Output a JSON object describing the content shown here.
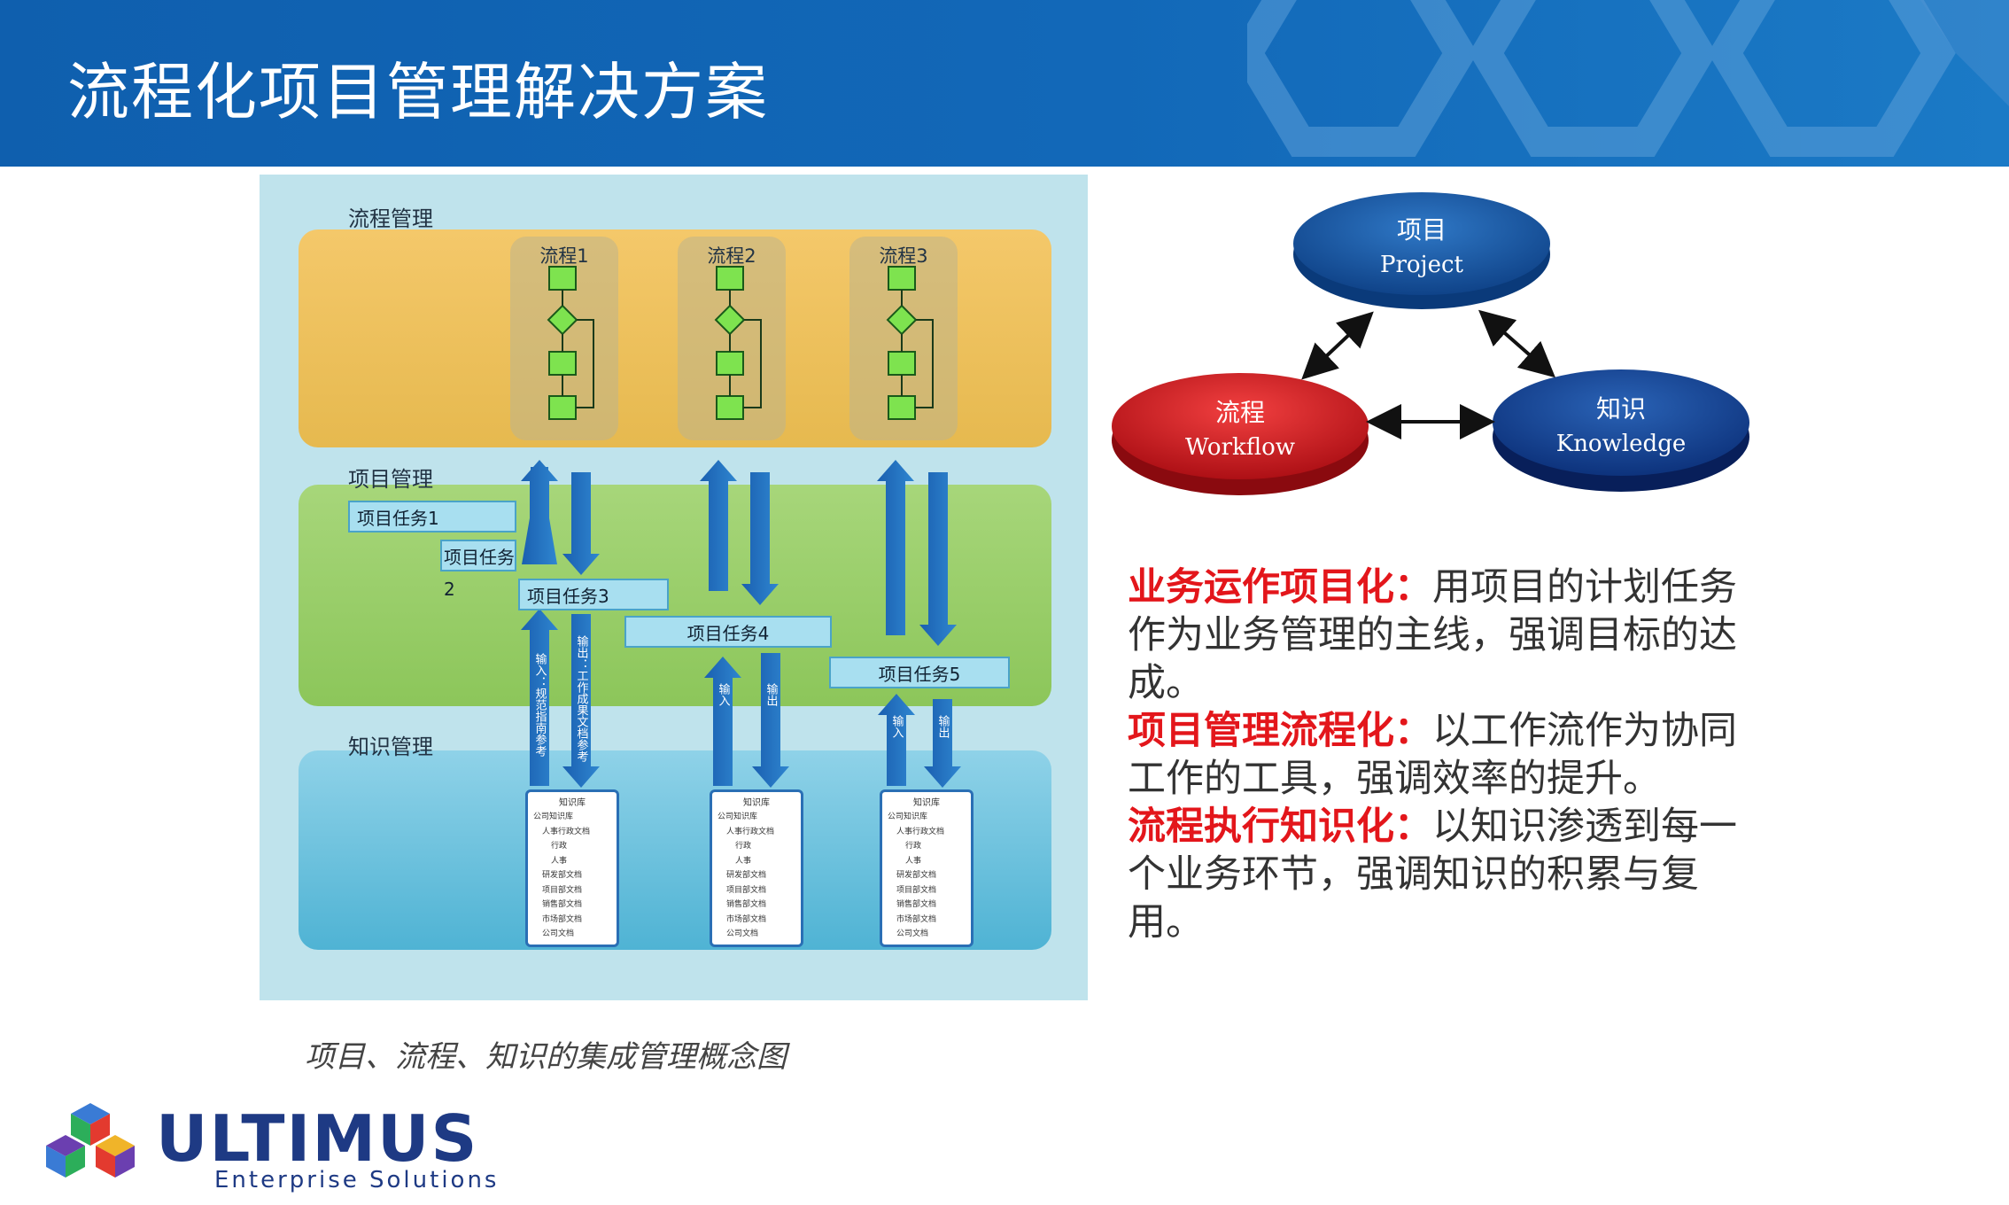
{
  "header": {
    "title": "流程化项目管理解决方案"
  },
  "diagram": {
    "bands": {
      "process": "流程管理",
      "project": "项目管理",
      "knowledge": "知识管理"
    },
    "flows": [
      "流程1",
      "流程2",
      "流程3"
    ],
    "tasks": [
      "项目任务1",
      "项目任务2",
      "项目任务3",
      "项目任务4",
      "项目任务5"
    ],
    "arrow_labels": {
      "in_long": "输入：规范指南参考",
      "out_long": "输出：工作成果文档参考",
      "in": "输入",
      "out": "输出"
    },
    "kb": {
      "title": "知识库",
      "items": [
        "公司知识库",
        "人事行政文档",
        "行政",
        "人事",
        "研发部文档",
        "项目部文档",
        "销售部文档",
        "市场部文档",
        "公司文档"
      ]
    },
    "caption": "项目、流程、知识的集成管理概念图"
  },
  "triad": {
    "project": {
      "cn": "项目",
      "en": "Project",
      "color": "#1a5aa6"
    },
    "workflow": {
      "cn": "流程",
      "en": "Workflow",
      "color": "#d0161d"
    },
    "knowledge": {
      "cn": "知识",
      "en": "Knowledge",
      "color": "#12449a"
    }
  },
  "description": [
    {
      "highlight": "业务运作项目化：",
      "text": "用项目的计划任务作为业务管理的主线，强调目标的达成。"
    },
    {
      "highlight": "项目管理流程化：",
      "text": "以工作流作为协同工作的工具，强调效率的提升。"
    },
    {
      "highlight": "流程执行知识化：",
      "text": "以知识渗透到每一个业务环节，强调知识的积累与复用。"
    }
  ],
  "logo": {
    "brand": "ULTIMUS",
    "sub": "Enterprise Solutions"
  }
}
